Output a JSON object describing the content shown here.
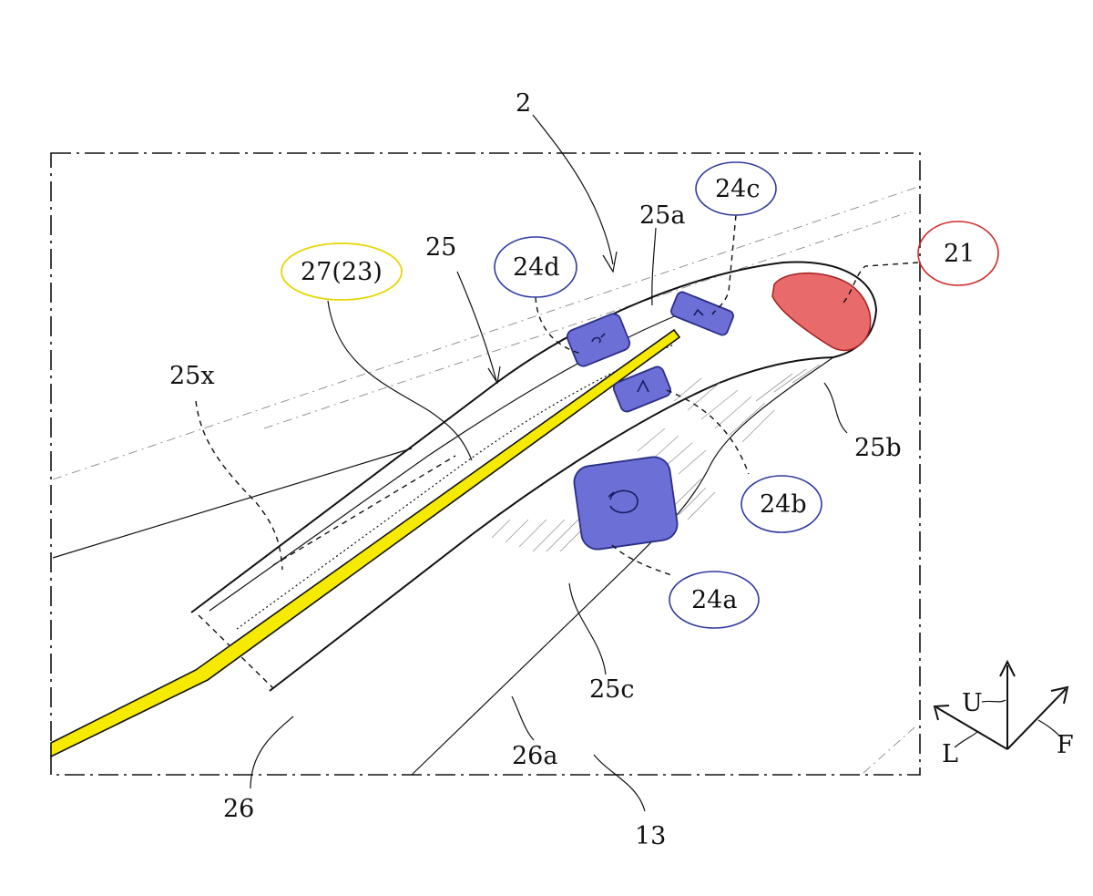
{
  "figure": {
    "labels": {
      "ref_2": "2",
      "ref_25": "25",
      "ref_25a": "25a",
      "ref_25b": "25b",
      "ref_25c": "25c",
      "ref_25x": "25x",
      "ref_26": "26",
      "ref_26a": "26a",
      "ref_13": "13",
      "ref_21": "21",
      "ref_24a": "24a",
      "ref_24b": "24b",
      "ref_24c": "24c",
      "ref_24d": "24d",
      "ref_27_23": "27(23)"
    },
    "axes": {
      "up": "U",
      "left": "L",
      "front": "F"
    },
    "colors": {
      "line": "#111111",
      "yellow_strip": "#f5ea00",
      "red_sensor": "#e86a6a",
      "button_fill": "#6b6fd6",
      "blue_circle": "#2f3a9e",
      "red_circle": "#d12a2a",
      "yellow_circle": "#e6d600"
    }
  }
}
